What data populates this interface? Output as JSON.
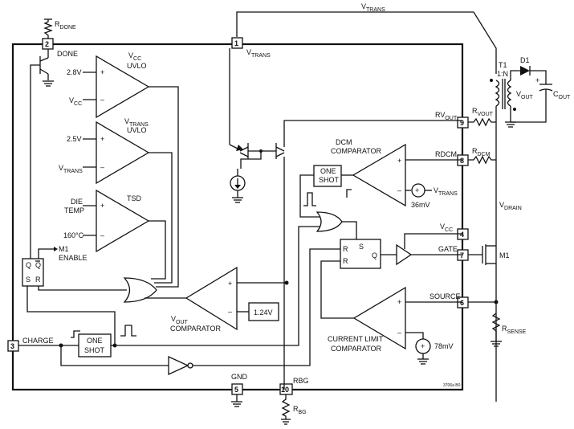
{
  "pins": [
    {
      "num": "1",
      "label": "V",
      "sub": "TRANS"
    },
    {
      "num": "2",
      "label": "R",
      "sub": "DONE"
    },
    {
      "num": "3",
      "label": "CHARGE",
      "sub": ""
    },
    {
      "num": "4",
      "label": "V",
      "sub": "CC"
    },
    {
      "num": "5",
      "label": "GND",
      "sub": ""
    },
    {
      "num": "6",
      "label": "SOURCE",
      "sub": ""
    },
    {
      "num": "7",
      "label": "GATE",
      "sub": ""
    },
    {
      "num": "8",
      "label": "RDCM",
      "sub": ""
    },
    {
      "num": "9",
      "label": "RV",
      "sub": "OUT"
    },
    {
      "num": "10",
      "label": "RBG",
      "sub": ""
    }
  ],
  "labels": {
    "vtrans_top": {
      "main": "V",
      "sub": "TRANS"
    },
    "rdone_ext": {
      "main": "R",
      "sub": "DONE"
    },
    "done": "DONE",
    "vcc_uvlo": {
      "l1": "V",
      "l1sub": "CC",
      "l2": "UVLO"
    },
    "v28": "2.8V",
    "vcc_in": {
      "main": "V",
      "sub": "CC"
    },
    "vtrans_uvlo": {
      "l1": "V",
      "l1sub": "TRANS",
      "l2": "UVLO"
    },
    "v25": "2.5V",
    "vtrans_in": {
      "main": "V",
      "sub": "TRANS"
    },
    "tsd": "TSD",
    "die": "DIE",
    "temp": "TEMP",
    "t160": "160°C",
    "m1_enable": {
      "l1": "M1",
      "l2": "ENABLE"
    },
    "sr_q": "Q",
    "sr_qb": "Q",
    "sr_s": "S",
    "sr_r": "R",
    "vout_comp": {
      "l1": "V",
      "l1sub": "OUT",
      "l2": "COMPARATOR"
    },
    "v124": "1.24V",
    "one_shot_left": {
      "l1": "ONE",
      "l2": "SHOT"
    },
    "one_shot_mid": {
      "l1": "ONE",
      "l2": "SHOT"
    },
    "dcm_comp": {
      "l1": "DCM",
      "l2": "COMPARATOR"
    },
    "mv36": "36mV",
    "vtrans_ref": {
      "main": "V",
      "sub": "TRANS"
    },
    "ff_s": "S",
    "ff_r1": "R",
    "ff_r2": "R",
    "ff_q": "Q",
    "curlim": {
      "l1": "CURRENT LIMIT",
      "l2": "COMPARATOR"
    },
    "mv78": "78mV",
    "t1": {
      "l1": "T1",
      "l2": "1:N"
    },
    "d1": "D1",
    "vout_ext": {
      "main": "V",
      "sub": "OUT"
    },
    "cout": {
      "main": "C",
      "sub": "OUT"
    },
    "rvout_ext": {
      "main": "R",
      "sub": "VOUT"
    },
    "rdcm_ext": {
      "main": "R",
      "sub": "DCM"
    },
    "vdrain": {
      "main": "V",
      "sub": "DRAIN"
    },
    "m1": "M1",
    "rsense": {
      "main": "R",
      "sub": "SENSE"
    },
    "rbg_ext": {
      "main": "R",
      "sub": "BG"
    },
    "plus": "+",
    "minus": "–",
    "fig": "3706a B0"
  }
}
